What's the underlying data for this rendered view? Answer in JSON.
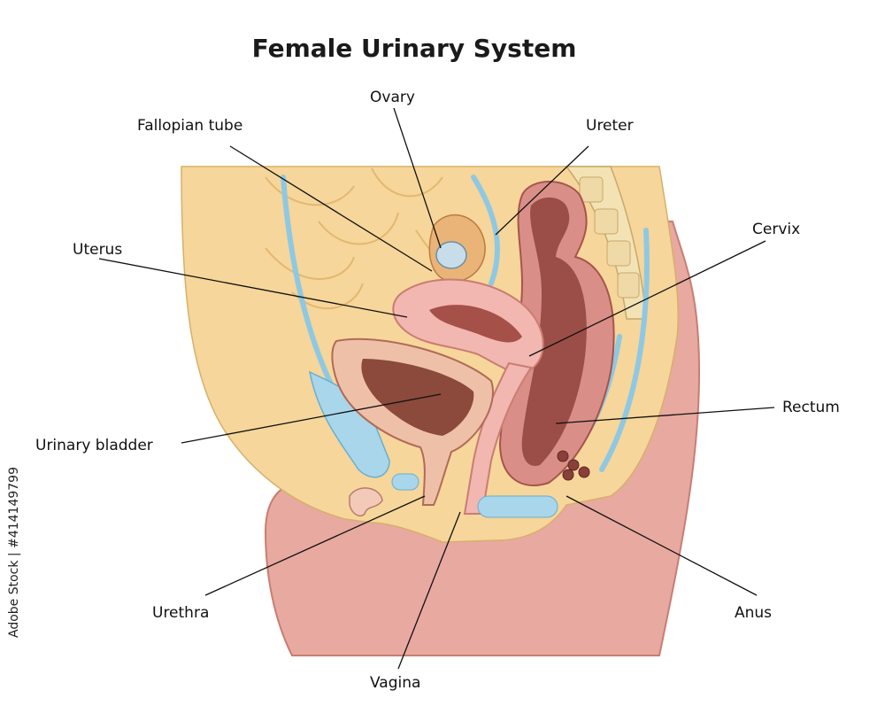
{
  "title": "Female Urinary System",
  "labels": {
    "ovary": "Ovary",
    "fallopian_tube": "Fallopian tube",
    "ureter": "Ureter",
    "uterus": "Uterus",
    "cervix": "Cervix",
    "urinary_bladder": "Urinary bladder",
    "rectum": "Rectum",
    "urethra": "Urethra",
    "anus": "Anus",
    "vagina": "Vagina"
  },
  "stock_id": "Adobe Stock | #414149799",
  "colors": {
    "skin": "#e8a9a0",
    "fat": "#f6d69a",
    "bladder_wall": "#efc0a8",
    "bladder_inner": "#8b4a3c",
    "uterus": "#f1b7b0",
    "rectum_wall": "#d98f88",
    "rectum_inner": "#9b4e47",
    "vessel_blue": "#9fd1e8",
    "spine": "#f3e2b4"
  }
}
